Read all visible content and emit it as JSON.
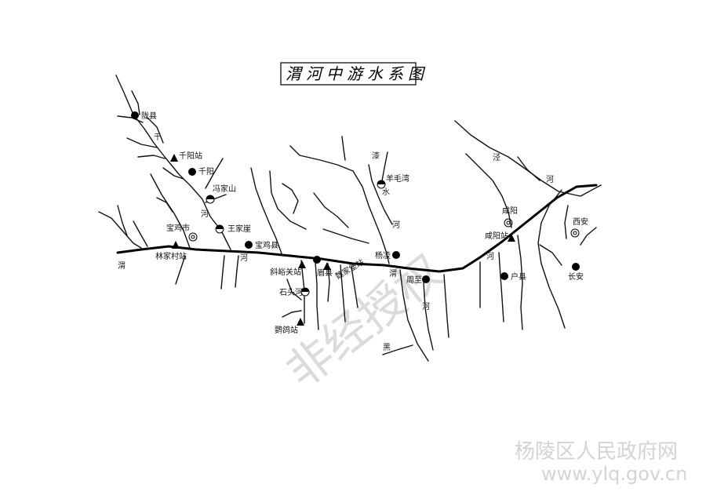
{
  "map": {
    "title": "渭河中游水系图",
    "stamp": "非经授权",
    "cities": [
      {
        "label": "陇县"
      },
      {
        "label": "千阳"
      },
      {
        "label": "宝鸡县"
      },
      {
        "label": "眉县"
      },
      {
        "label": "杨凌"
      },
      {
        "label": "周至"
      },
      {
        "label": "户县"
      },
      {
        "label": "长安"
      }
    ],
    "municipalities": [
      {
        "label": "宝鸡市"
      },
      {
        "label": "咸阳"
      },
      {
        "label": "西安"
      }
    ],
    "hydro_stations": [
      {
        "label": "千阳站"
      },
      {
        "label": "林家村站"
      },
      {
        "label": "斜峪关站"
      },
      {
        "label": "鹦鸽站"
      },
      {
        "label": "魏家堡站"
      },
      {
        "label": "咸阳站"
      }
    ],
    "reservoirs": [
      {
        "label": "冯家山"
      },
      {
        "label": "王家崖"
      },
      {
        "label": "石头河"
      },
      {
        "label": "羊毛湾"
      }
    ],
    "river_chars": [
      {
        "label": "千"
      },
      {
        "label": "河"
      },
      {
        "label": "河"
      },
      {
        "label": "渭"
      },
      {
        "label": "漆"
      },
      {
        "label": "水"
      },
      {
        "label": "河"
      },
      {
        "label": "泾"
      },
      {
        "label": "河"
      },
      {
        "label": "渭"
      },
      {
        "label": "河"
      },
      {
        "label": "河"
      },
      {
        "label": "黑"
      }
    ]
  },
  "watermark": {
    "name": "杨陵区人民政府网",
    "url": "www.ylq.gov.cn"
  }
}
